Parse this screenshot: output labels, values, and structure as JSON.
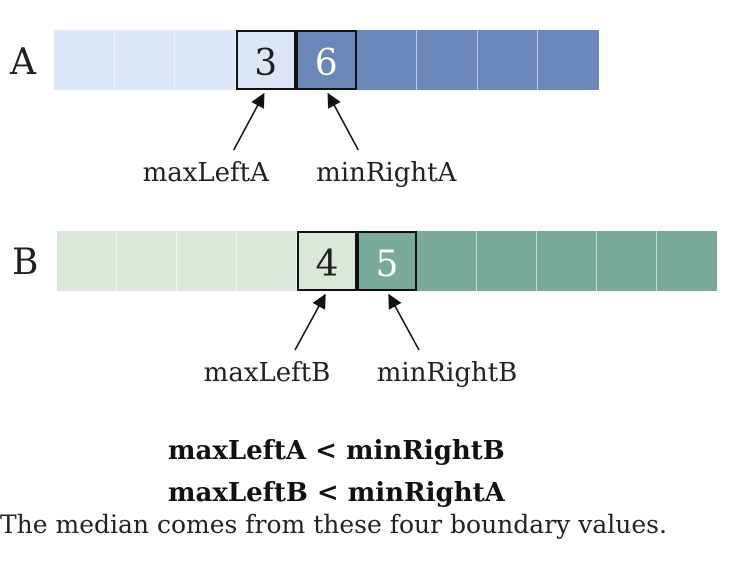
{
  "rows": [
    {
      "label": "A",
      "cell_count": 9,
      "highlight_index": 3,
      "colors": {
        "left": "#dce6f6",
        "right": "#6b87ba",
        "left_text": "#1f1f1f",
        "right_text": "#ffffff"
      },
      "cells": [
        {
          "value": ""
        },
        {
          "value": ""
        },
        {
          "value": ""
        },
        {
          "value": "3"
        },
        {
          "value": "6"
        },
        {
          "value": ""
        },
        {
          "value": ""
        },
        {
          "value": ""
        },
        {
          "value": ""
        }
      ],
      "pointers": [
        {
          "label": "maxLeftA",
          "target_index": 3
        },
        {
          "label": "minRightA",
          "target_index": 4
        }
      ]
    },
    {
      "label": "B",
      "cell_count": 11,
      "highlight_index": 4,
      "colors": {
        "left": "#dbe7da",
        "right": "#79a99a",
        "left_text": "#1f1f1f",
        "right_text": "#ffffff"
      },
      "cells": [
        {
          "value": ""
        },
        {
          "value": ""
        },
        {
          "value": ""
        },
        {
          "value": ""
        },
        {
          "value": "4"
        },
        {
          "value": "5"
        },
        {
          "value": ""
        },
        {
          "value": ""
        },
        {
          "value": ""
        },
        {
          "value": ""
        },
        {
          "value": ""
        }
      ],
      "pointers": [
        {
          "label": "maxLeftB",
          "target_index": 4
        },
        {
          "label": "minRightB",
          "target_index": 5
        }
      ]
    }
  ],
  "conditions": [
    "maxLeftA < minRightB",
    "maxLeftB < minRightA"
  ],
  "caption": "The median comes from these four boundary values."
}
